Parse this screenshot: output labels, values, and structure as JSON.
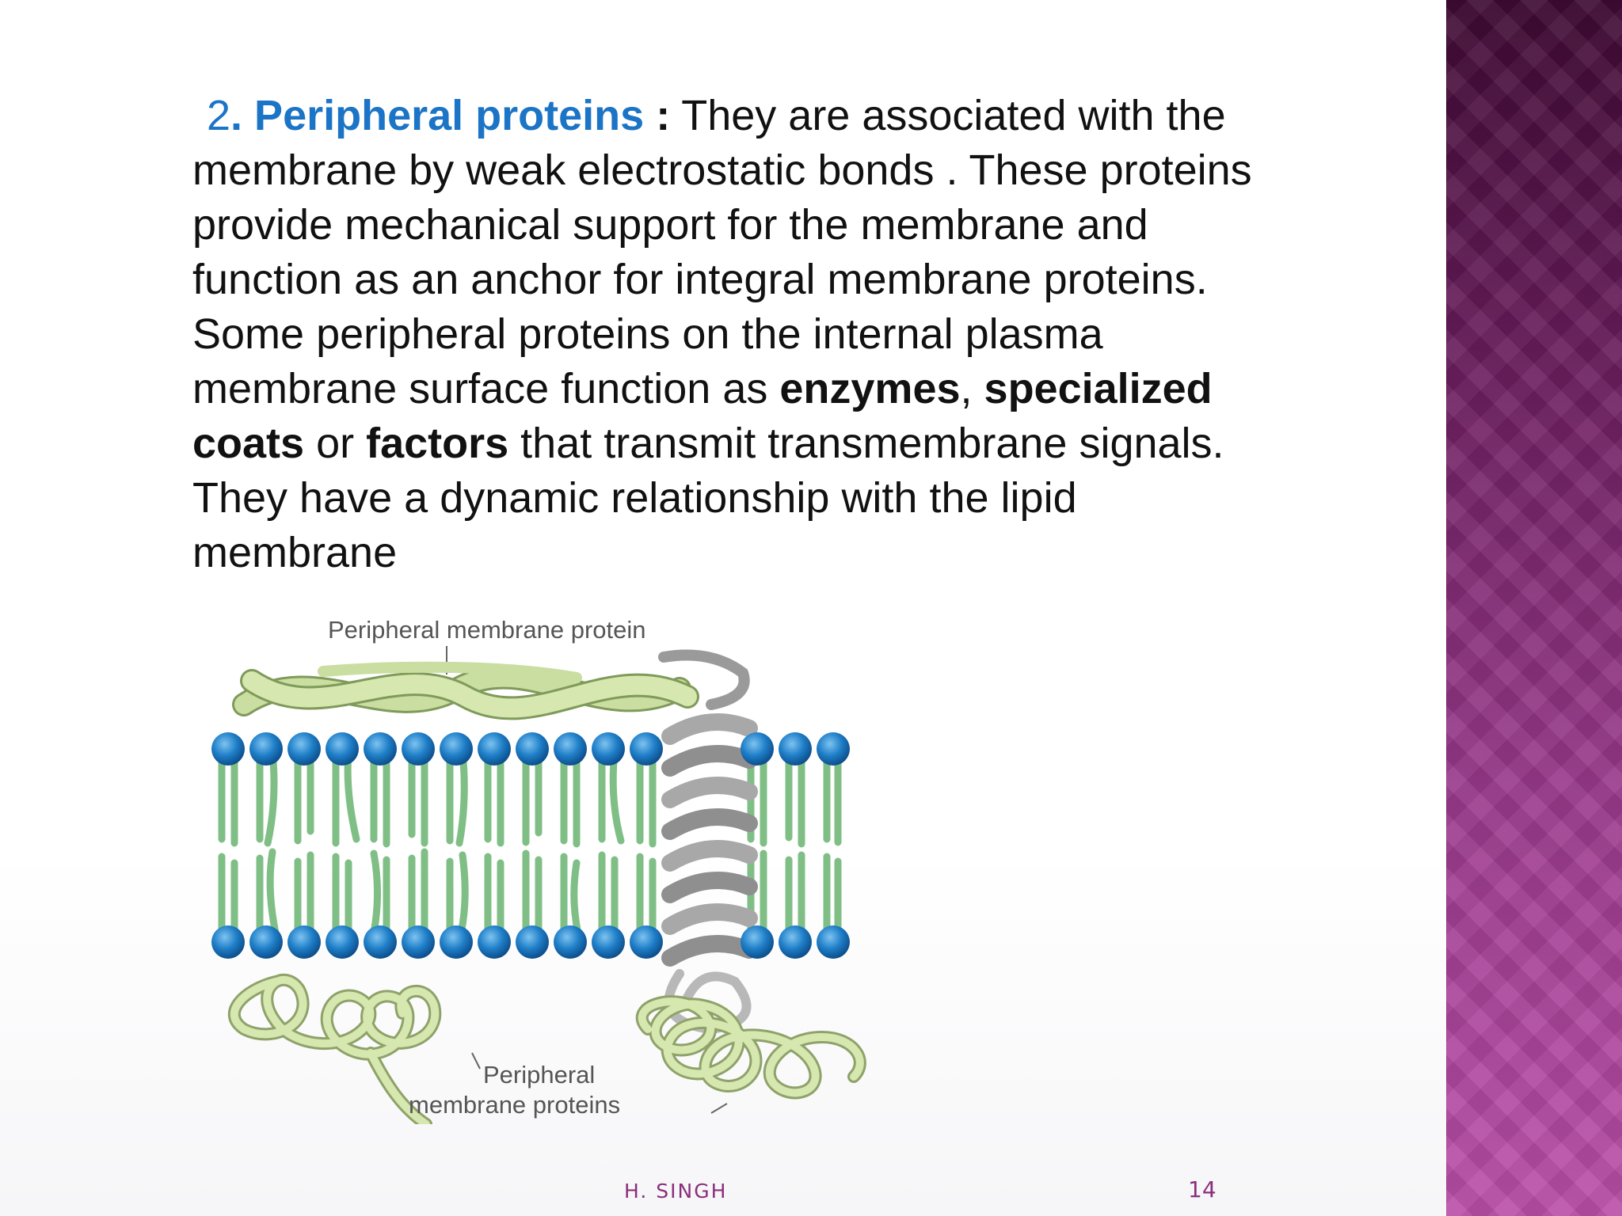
{
  "slide": {
    "heading_number": "2",
    "heading_term": ". Peripheral proteins",
    "heading_colon": " :",
    "text_1": " They are associated with the membrane by weak electrostatic bonds . These proteins provide mechanical support for the membrane and function as an anchor for integral membrane proteins. Some peripheral proteins on the internal plasma membrane surface function as ",
    "bold_1": "enzymes",
    "sep_1": ", ",
    "bold_2": "specialized coats",
    "sep_2": " or ",
    "bold_3": "factors",
    "text_2": " that transmit transmembrane signals. They  have a dynamic relationship with the  lipid membrane"
  },
  "diagram": {
    "label_top": "Peripheral membrane protein",
    "label_bottom_1": "Peripheral",
    "label_bottom_2": "membrane proteins",
    "colors": {
      "head": "#1f7fc8",
      "tail": "#7fbf86",
      "protein": "#c9dea0",
      "helix": "#9a9a9a"
    }
  },
  "footer": {
    "author": "H. SINGH",
    "page": "14"
  },
  "theme": {
    "accent_blue": "#1b74c5",
    "band_purple": "#8a2f7c"
  }
}
